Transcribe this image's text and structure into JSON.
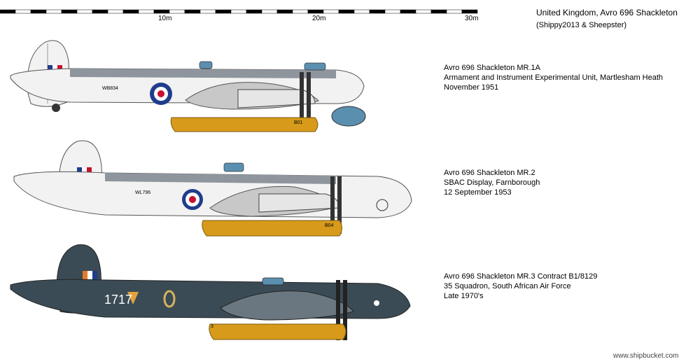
{
  "header": {
    "title": "United Kingdom, Avro 696 Shackleton",
    "credit": "(Shippy2013 & Sheepster)"
  },
  "scale": {
    "labels": [
      "10m",
      "20m",
      "30m"
    ]
  },
  "aircraft": [
    {
      "serial": "WB834",
      "code": "B01",
      "caption": {
        "line1": "Avro 696 Shackleton MR.1A",
        "line2": "Armament and Instrument Experimental Unit, Martlesham Heath",
        "line3": "November 1951"
      }
    },
    {
      "serial": "WL796",
      "code": "B04",
      "caption": {
        "line1": "Avro 696 Shackleton MR.2",
        "line2": "SBAC Display, Farnborough",
        "line3": "12 September 1953"
      }
    },
    {
      "serial": "1717",
      "code": "3",
      "caption": {
        "line1": "Avro 696 Shackleton MR.3 Contract B1/8129",
        "line2": "35 Squadron, South African Air Force",
        "line3": "Late 1970's"
      }
    }
  ],
  "footer": {
    "site": "www.shipbucket.com"
  },
  "colors": {
    "sky_white": "#f2f2f2",
    "medium_sea_grey": "#8e959d",
    "dark_sea_grey": "#3b4b55",
    "yellow_bay": "#d79a1a",
    "roundel_blue": "#1f3d8c",
    "roundel_red": "#c8102e"
  }
}
